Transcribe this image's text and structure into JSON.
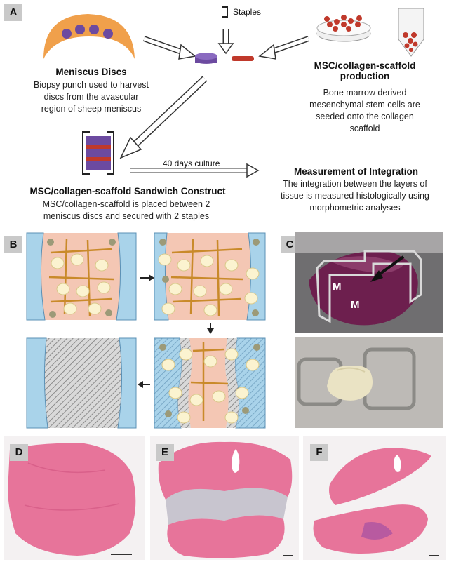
{
  "panels": {
    "a": {
      "label": "A",
      "staples": "Staples",
      "meniscus_title": "Meniscus Discs",
      "meniscus_desc": [
        "Biopsy punch used to harvest",
        "discs from the avascular",
        "region of sheep meniscus"
      ],
      "msc_title": [
        "MSC/collagen-scaffold",
        "production"
      ],
      "msc_desc": [
        "Bone marrow derived",
        "mesenchymal stem cells are",
        "seeded onto the collagen",
        "scaffold"
      ],
      "culture": "40 days culture",
      "measure_title": "Measurement of Integration",
      "measure_desc": [
        "The integration between the layers of",
        "tissue is measured histologically using",
        "morphometric analyses"
      ],
      "sandwich_title": "MSC/collagen-scaffold Sandwich Construct",
      "sandwich_desc": [
        "MSC/collagen-scaffold is placed  between 2",
        "meniscus discs and secured with 2 staples"
      ]
    },
    "b": {
      "label": "B"
    },
    "c": {
      "label": "C",
      "m1": "M",
      "m2": "M"
    },
    "d": {
      "label": "D"
    },
    "e": {
      "label": "E"
    },
    "f": {
      "label": "F"
    }
  },
  "colors": {
    "meniscus": "#f0a04b",
    "cell_purple": "#6c4aa0",
    "scaffold_red": "#c0392b",
    "tissue_blue": "#a9d3ea",
    "scaffold_pink": "#f4c7b4",
    "he_pink": "#e7749a"
  }
}
